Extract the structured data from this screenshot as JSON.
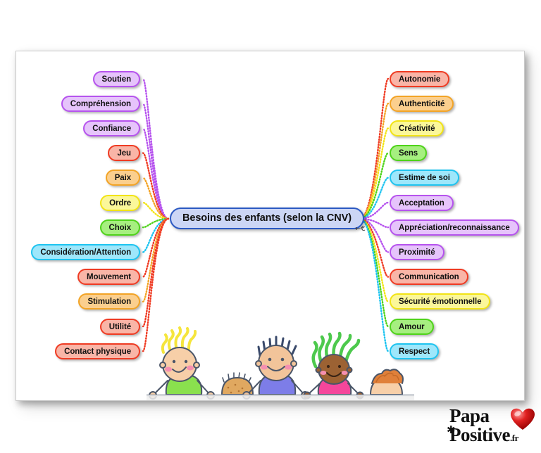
{
  "canvas": {
    "central_node": {
      "label": "Besoins des enfants (selon la CNV)",
      "fill": "#ccd6f5",
      "border": "#2b59c3"
    },
    "collapse_marker": "←€",
    "left_branch": [
      {
        "label": "Soutien",
        "color": "purple",
        "fill": "#e6c4fb",
        "border": "#b653ee"
      },
      {
        "label": "Compréhension",
        "color": "purple",
        "fill": "#e6c4fb",
        "border": "#b653ee"
      },
      {
        "label": "Confiance",
        "color": "purple",
        "fill": "#e6c4fb",
        "border": "#b653ee"
      },
      {
        "label": "Jeu",
        "color": "red",
        "fill": "#f9b5a7",
        "border": "#ef3b23"
      },
      {
        "label": "Paix",
        "color": "orange",
        "fill": "#fbcf8e",
        "border": "#f3a426"
      },
      {
        "label": "Ordre",
        "color": "yellow",
        "fill": "#fbf79a",
        "border": "#f2e416"
      },
      {
        "label": "Choix",
        "color": "green",
        "fill": "#a6ef80",
        "border": "#4fd31a"
      },
      {
        "label": "Considération/Attention",
        "color": "cyan",
        "fill": "#9ee7fb",
        "border": "#1fc4f0"
      },
      {
        "label": "Mouvement",
        "color": "red",
        "fill": "#f9b5a7",
        "border": "#ef3b23"
      },
      {
        "label": "Stimulation",
        "color": "orange",
        "fill": "#fbcf8e",
        "border": "#f3a426"
      },
      {
        "label": "Utilité",
        "color": "red",
        "fill": "#f9b5a7",
        "border": "#ef3b23"
      },
      {
        "label": "Contact physique",
        "color": "red",
        "fill": "#f9b5a7",
        "border": "#ef3b23"
      }
    ],
    "right_branch": [
      {
        "label": "Autonomie",
        "color": "red",
        "fill": "#f9b5a7",
        "border": "#ef3b23"
      },
      {
        "label": "Authenticité",
        "color": "orange",
        "fill": "#fbcf8e",
        "border": "#f3a426"
      },
      {
        "label": "Créativité",
        "color": "yellow",
        "fill": "#fbf79a",
        "border": "#f2e416"
      },
      {
        "label": "Sens",
        "color": "green",
        "fill": "#a6ef80",
        "border": "#4fd31a"
      },
      {
        "label": "Estime de soi",
        "color": "cyan",
        "fill": "#9ee7fb",
        "border": "#1fc4f0"
      },
      {
        "label": "Acceptation",
        "color": "purple",
        "fill": "#e6c4fb",
        "border": "#b653ee"
      },
      {
        "label": "Appréciation/reconnaissance",
        "color": "purple",
        "fill": "#e6c4fb",
        "border": "#b653ee"
      },
      {
        "label": "Proximité",
        "color": "purple",
        "fill": "#e6c4fb",
        "border": "#b653ee"
      },
      {
        "label": "Communication",
        "color": "red",
        "fill": "#f9b5a7",
        "border": "#ef3b23"
      },
      {
        "label": "Sécurité émotionnelle",
        "color": "yellow",
        "fill": "#fbf79a",
        "border": "#f2e416"
      },
      {
        "label": "Amour",
        "color": "green",
        "fill": "#a6ef80",
        "border": "#4fd31a"
      },
      {
        "label": "Respect",
        "color": "cyan",
        "fill": "#9ee7fb",
        "border": "#1fc4f0"
      }
    ]
  },
  "illustration": {
    "name": "four-children-peeking-over-table",
    "children": [
      {
        "hair_color": "#f5e53c",
        "shirt_color": "#8ae04e",
        "skin": "#f7cfa8"
      },
      {
        "hair_color": "#c98a3e",
        "shirt_color": "",
        "skin": "#e0a860"
      },
      {
        "hair_color": "#3a4a6b",
        "shirt_color": "#7d7de8",
        "skin": "#f2c49a"
      },
      {
        "hair_color": "#4dc94d",
        "shirt_color": "#f5469b",
        "skin": "#9c6233"
      },
      {
        "hair_color": "#e0803a",
        "shirt_color": "",
        "skin": "#f7cfa8"
      }
    ]
  },
  "logo": {
    "line1": "Papa",
    "line2": "Positive",
    "tld": ".fr",
    "star": "✱",
    "heart_color": "#d81a1a"
  }
}
